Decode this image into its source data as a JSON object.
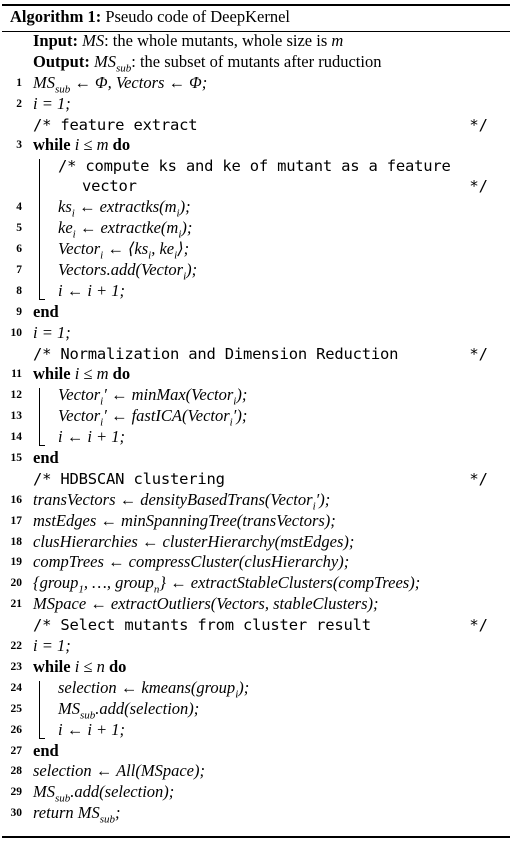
{
  "algorithm": {
    "label": "Algorithm 1:",
    "title": "Pseudo code of DeepKernel",
    "lines": [
      {
        "num": "",
        "indent": 0,
        "kind": "io",
        "kw": "Input:",
        "text": "MS: the whole mutants, whole size is m"
      },
      {
        "num": "",
        "indent": 0,
        "kind": "io",
        "kw": "Output:",
        "text": "MS_sub: the subset of mutants after ruduction"
      },
      {
        "num": "1",
        "indent": 0,
        "kind": "math",
        "text": "MS_sub ← Φ, Vectors ← Φ;"
      },
      {
        "num": "2",
        "indent": 0,
        "kind": "math",
        "text": "i = 1;"
      },
      {
        "num": "",
        "indent": 0,
        "kind": "comment",
        "text": "/* feature extract",
        "end": "*/"
      },
      {
        "num": "3",
        "indent": 0,
        "kind": "kwline",
        "kw": "while",
        "text": "i ≤ m",
        "kw2": "do"
      },
      {
        "num": "",
        "indent": 1,
        "kind": "comment",
        "text": "/* compute ks and ke of mutant as a feature",
        "wrap": true
      },
      {
        "num": "",
        "indent": 1,
        "kind": "comment",
        "text": "vector",
        "end": "*/",
        "cont": true
      },
      {
        "num": "4",
        "indent": 1,
        "kind": "math",
        "text": "ks_i ← extractks(m_i);"
      },
      {
        "num": "5",
        "indent": 1,
        "kind": "math",
        "text": "ke_i ← extractke(m_i);"
      },
      {
        "num": "6",
        "indent": 1,
        "kind": "math",
        "text": "Vector_i ← ⟨ks_i, ke_i⟩;"
      },
      {
        "num": "7",
        "indent": 1,
        "kind": "math",
        "text": "Vectors.add(Vector_i);"
      },
      {
        "num": "8",
        "indent": 1,
        "kind": "math",
        "text": "i ← i + 1;"
      },
      {
        "num": "9",
        "indent": 0,
        "kind": "kwonly",
        "kw": "end"
      },
      {
        "num": "10",
        "indent": 0,
        "kind": "math",
        "text": "i = 1;"
      },
      {
        "num": "",
        "indent": 0,
        "kind": "comment",
        "text": "/* Normalization and Dimension Reduction",
        "end": "*/"
      },
      {
        "num": "11",
        "indent": 0,
        "kind": "kwline",
        "kw": "while",
        "text": "i ≤ m",
        "kw2": "do"
      },
      {
        "num": "12",
        "indent": 1,
        "kind": "math",
        "text": "Vector_i′ ← minMax(Vector_i);"
      },
      {
        "num": "13",
        "indent": 1,
        "kind": "math",
        "text": "Vector_i′ ← fastICA(Vector_i′);"
      },
      {
        "num": "14",
        "indent": 1,
        "kind": "math",
        "text": "i ← i + 1;"
      },
      {
        "num": "15",
        "indent": 0,
        "kind": "kwonly",
        "kw": "end"
      },
      {
        "num": "",
        "indent": 0,
        "kind": "comment",
        "text": "/* HDBSCAN clustering",
        "end": "*/"
      },
      {
        "num": "16",
        "indent": 0,
        "kind": "math",
        "text": "transVectors ← densityBasedTrans(Vector_i′);"
      },
      {
        "num": "17",
        "indent": 0,
        "kind": "math",
        "text": "mstEdges ← minSpanningTree(transVectors);"
      },
      {
        "num": "18",
        "indent": 0,
        "kind": "math",
        "text": "clusHierarchies ← clusterHierarchy(mstEdges);"
      },
      {
        "num": "19",
        "indent": 0,
        "kind": "math",
        "text": "compTrees ← compressCluster(clusHierarchy);"
      },
      {
        "num": "20",
        "indent": 0,
        "kind": "math",
        "text": "{group_1, …, group_n} ← extractStableClusters(compTrees);"
      },
      {
        "num": "21",
        "indent": 0,
        "kind": "math",
        "text": "MSpace ← extractOutliers(Vectors, stableClusters);"
      },
      {
        "num": "",
        "indent": 0,
        "kind": "comment",
        "text": "/* Select mutants from cluster result",
        "end": "*/"
      },
      {
        "num": "22",
        "indent": 0,
        "kind": "math",
        "text": "i = 1;"
      },
      {
        "num": "23",
        "indent": 0,
        "kind": "kwline",
        "kw": "while",
        "text": "i ≤ n",
        "kw2": "do"
      },
      {
        "num": "24",
        "indent": 1,
        "kind": "math",
        "text": "selection ← kmeans(group_i);"
      },
      {
        "num": "25",
        "indent": 1,
        "kind": "math",
        "text": "MS_sub.add(selection);"
      },
      {
        "num": "26",
        "indent": 1,
        "kind": "math",
        "text": "i ← i + 1;"
      },
      {
        "num": "27",
        "indent": 0,
        "kind": "kwonly",
        "kw": "end"
      },
      {
        "num": "28",
        "indent": 0,
        "kind": "math",
        "text": "selection ← All(MSpace);"
      },
      {
        "num": "29",
        "indent": 0,
        "kind": "math",
        "text": "MS_sub.add(selection);"
      },
      {
        "num": "30",
        "indent": 0,
        "kind": "math",
        "text": "return MS_sub;"
      }
    ]
  }
}
